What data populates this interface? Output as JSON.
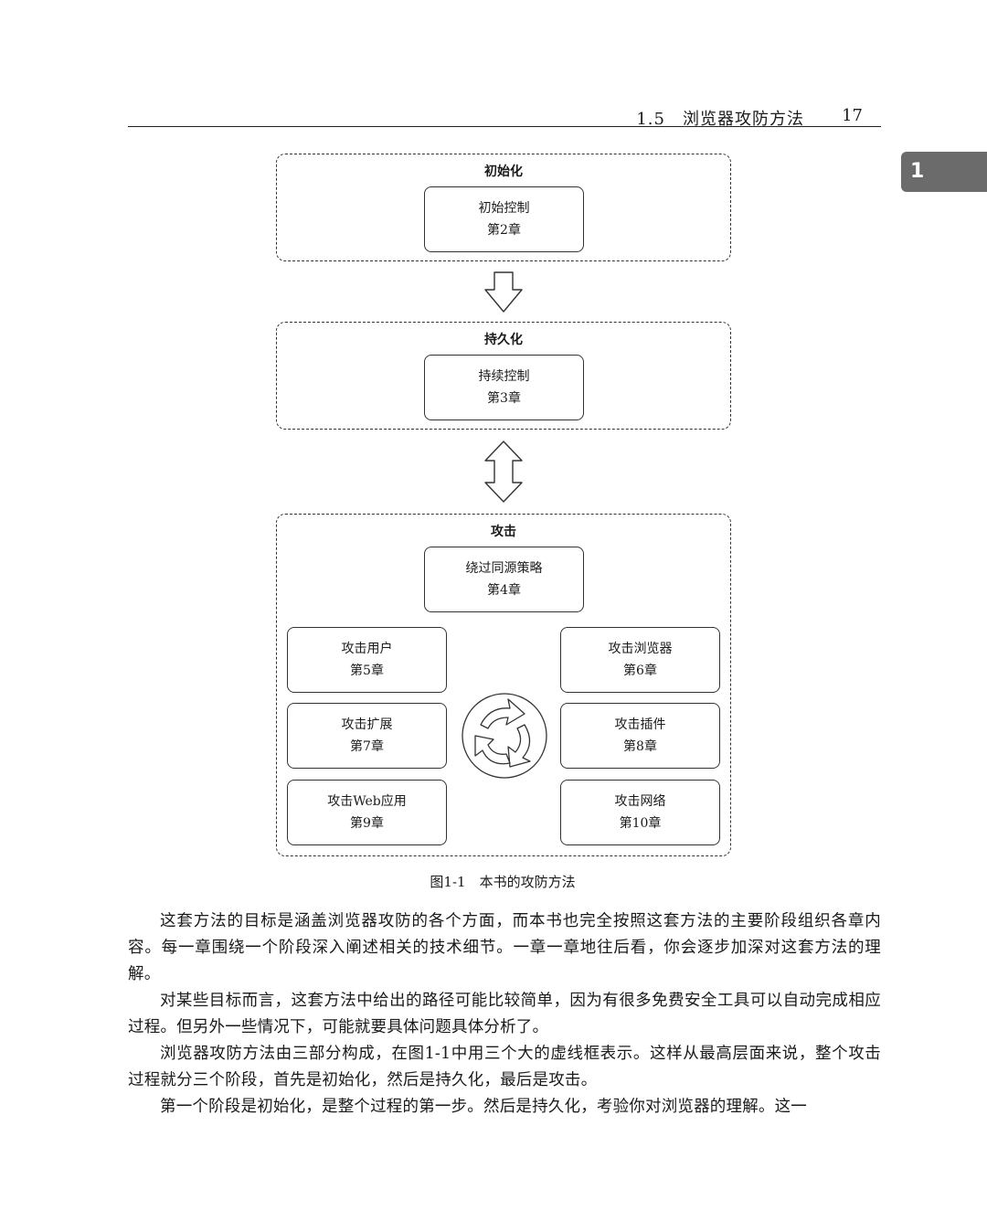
{
  "header": {
    "section": "1.5　浏览器攻防方法",
    "page_number": "17"
  },
  "chapter_tab": "1",
  "figure": {
    "stages": {
      "init": {
        "title": "初始化",
        "box": {
          "name": "初始控制",
          "chapter": "第2章"
        }
      },
      "persist": {
        "title": "持久化",
        "box": {
          "name": "持续控制",
          "chapter": "第3章"
        }
      },
      "attack": {
        "title": "攻击",
        "top_box": {
          "name": "绕过同源策略",
          "chapter": "第4章"
        },
        "boxes": [
          {
            "name": "攻击用户",
            "chapter": "第5章"
          },
          {
            "name": "攻击浏览器",
            "chapter": "第6章"
          },
          {
            "name": "攻击扩展",
            "chapter": "第7章"
          },
          {
            "name": "攻击插件",
            "chapter": "第8章"
          },
          {
            "name": "攻击Web应用",
            "chapter": "第9章"
          },
          {
            "name": "攻击网络",
            "chapter": "第10章"
          }
        ]
      }
    },
    "caption": "图1-1　本书的攻防方法"
  },
  "paragraphs": [
    "这套方法的目标是涵盖浏览器攻防的各个方面，而本书也完全按照这套方法的主要阶段组织各章内容。每一章围绕一个阶段深入阐述相关的技术细节。一章一章地往后看，你会逐步加深对这套方法的理解。",
    "对某些目标而言，这套方法中给出的路径可能比较简单，因为有很多免费安全工具可以自动完成相应过程。但另外一些情况下，可能就要具体问题具体分析了。",
    "浏览器攻防方法由三部分构成，在图1-1中用三个大的虚线框表示。这样从最高层面来说，整个攻击过程就分三个阶段，首先是初始化，然后是持久化，最后是攻击。",
    "第一个阶段是初始化，是整个过程的第一步。然后是持久化，考验你对浏览器的理解。这一"
  ]
}
